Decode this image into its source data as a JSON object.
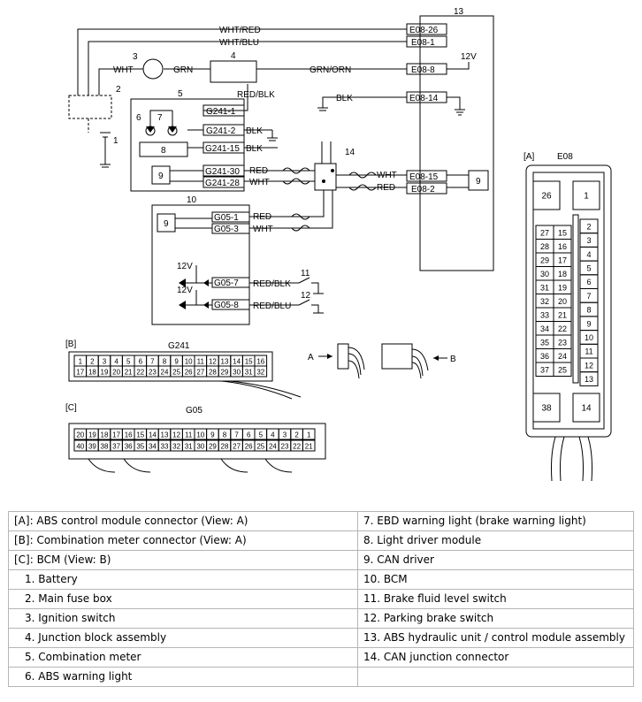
{
  "diagram": {
    "wires": {
      "wht_red": "WHT/RED",
      "wht_blu": "WHT/BLU",
      "wht": "WHT",
      "grn": "GRN",
      "grn_orn": "GRN/ORN",
      "red_blk": "RED/BLK",
      "blk": "BLK",
      "red": "RED",
      "red_blu": "RED/BLU"
    },
    "voltage": "12V",
    "terminals": {
      "e08_26": "E08-26",
      "e08_1": "E08-1",
      "e08_8": "E08-8",
      "e08_14": "E08-14",
      "e08_15": "E08-15",
      "e08_2": "E08-2",
      "g241_1": "G241-1",
      "g241_2": "G241-2",
      "g241_15": "G241-15",
      "g241_30": "G241-30",
      "g241_28": "G241-28",
      "g05_1": "G05-1",
      "g05_3": "G05-3",
      "g05_7": "G05-7",
      "g05_8": "G05-8"
    },
    "callouts": [
      "1",
      "2",
      "3",
      "4",
      "5",
      "6",
      "7",
      "8",
      "9",
      "10",
      "11",
      "12",
      "13",
      "14"
    ],
    "can_driver_label": "9",
    "light_driver_label": "8"
  },
  "connector_a": {
    "tag": "[A]",
    "name": "E08",
    "top_pins": [
      "26",
      "1"
    ],
    "left_col_1": [
      "27",
      "28",
      "29",
      "30",
      "31",
      "32",
      "33",
      "34",
      "35",
      "36",
      "37"
    ],
    "left_col_2": [
      "15",
      "16",
      "17",
      "18",
      "19",
      "20",
      "21",
      "22",
      "23",
      "24",
      "25"
    ],
    "right_col": [
      "2",
      "3",
      "4",
      "5",
      "6",
      "7",
      "8",
      "9",
      "10",
      "11",
      "12",
      "13"
    ],
    "bottom_pins": [
      "38",
      "14"
    ]
  },
  "connector_b": {
    "tag": "[B]",
    "name": "G241",
    "row1": [
      "1",
      "2",
      "3",
      "4",
      "5",
      "6",
      "7",
      "8",
      "9",
      "10",
      "11",
      "12",
      "13",
      "14",
      "15",
      "16"
    ],
    "row2": [
      "17",
      "18",
      "19",
      "20",
      "21",
      "22",
      "23",
      "24",
      "25",
      "26",
      "27",
      "28",
      "29",
      "30",
      "31",
      "32"
    ]
  },
  "connector_c": {
    "tag": "[C]",
    "name": "G05",
    "row1": [
      "20",
      "19",
      "18",
      "17",
      "16",
      "15",
      "14",
      "13",
      "12",
      "11",
      "10",
      "9",
      "8",
      "7",
      "6",
      "5",
      "4",
      "3",
      "2",
      "1"
    ],
    "row2": [
      "40",
      "39",
      "38",
      "37",
      "36",
      "35",
      "34",
      "33",
      "32",
      "31",
      "30",
      "29",
      "28",
      "27",
      "26",
      "25",
      "24",
      "23",
      "22",
      "21"
    ]
  },
  "view_labels": {
    "a": "A",
    "b": "B"
  },
  "legend": {
    "rows": [
      {
        "left": "[A]: ABS control module connector (View: A)",
        "right": "7.  EBD warning light (brake warning light)"
      },
      {
        "left": "[B]: Combination meter connector (View: A)",
        "right": "8.  Light driver module"
      },
      {
        "left": "[C]: BCM (View: B)",
        "right": "9.  CAN driver"
      },
      {
        "left": "1.  Battery",
        "right": "10.  BCM"
      },
      {
        "left": "2.  Main fuse box",
        "right": "11.  Brake fluid level switch"
      },
      {
        "left": "3.  Ignition switch",
        "right": "12.  Parking brake switch"
      },
      {
        "left": "4.  Junction block assembly",
        "right": "13.  ABS hydraulic unit / control module assembly"
      },
      {
        "left": "5.  Combination meter",
        "right": "14.  CAN junction connector"
      },
      {
        "left": "6.  ABS warning light",
        "right": ""
      }
    ]
  }
}
